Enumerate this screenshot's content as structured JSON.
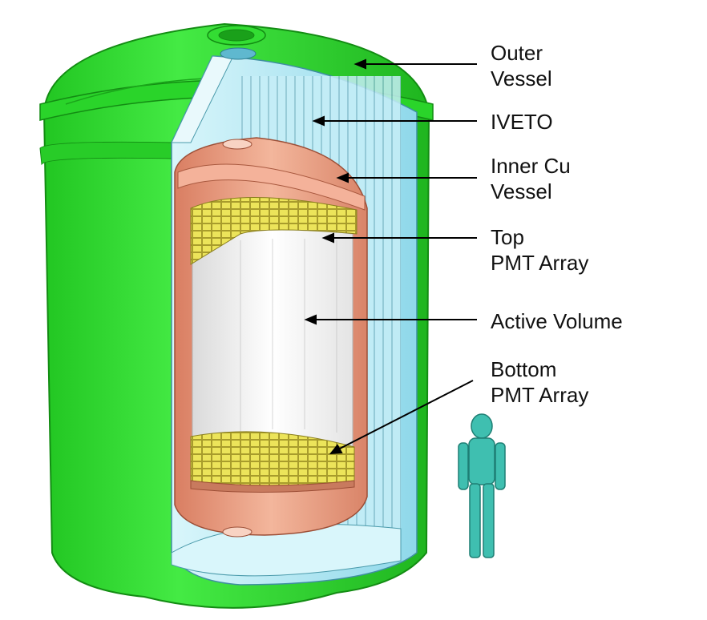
{
  "labels": {
    "outer_vessel": [
      "Outer",
      "Vessel"
    ],
    "iveto": [
      "IVETO"
    ],
    "inner_cu_vessel": [
      "Inner Cu",
      "Vessel"
    ],
    "top_pmt_array": [
      "Top",
      "PMT Array"
    ],
    "active_volume": [
      "Active Volume"
    ],
    "bottom_pmt_array": [
      "Bottom",
      "PMT Array"
    ]
  },
  "colors": {
    "outer_vessel": "#33dd33",
    "outer_vessel_dark": "#1fb51f",
    "iveto": "#bdeef6",
    "iveto_dark": "#7fd3e6",
    "copper": "#e8967a",
    "copper_light": "#f5c2ad",
    "pmt": "#e8e04a",
    "active_volume": "#f2f2f2",
    "human_figure": "#3fbfb0"
  },
  "icons": {
    "human_figure": "human-scale-figure-icon"
  }
}
